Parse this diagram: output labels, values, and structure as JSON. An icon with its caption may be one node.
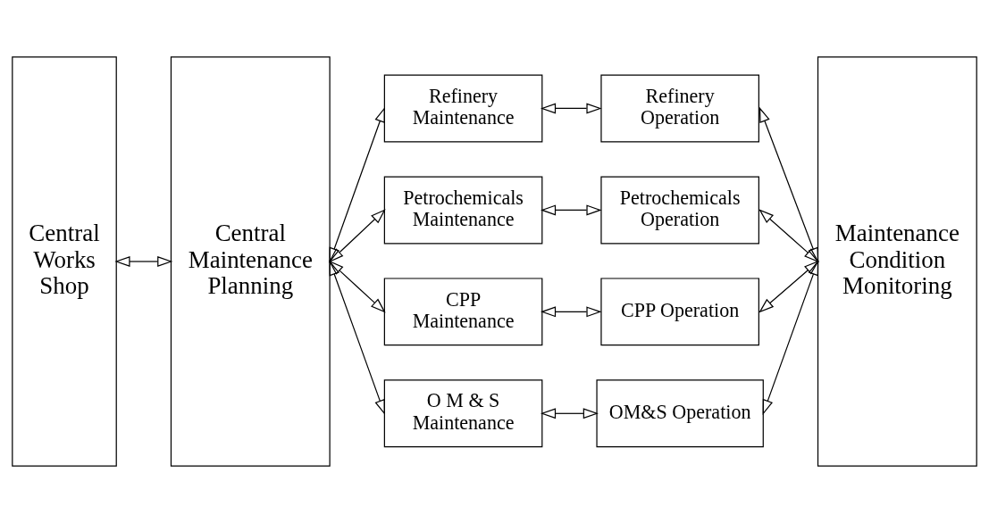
{
  "diagram": {
    "nodes": [
      {
        "text": [
          "Central Works Shop"
        ]
      },
      {
        "text": [
          "Central Maintenance Planning"
        ]
      },
      {
        "text": [
          "Refinery Maintenance"
        ]
      },
      {
        "text": [
          "Refinery Operation"
        ]
      },
      {
        "text": [
          "Petrochemicals Maintenance"
        ]
      },
      {
        "text": [
          "Petrochemicals Operation"
        ]
      },
      {
        "text": [
          "CPP Maintenance"
        ]
      },
      {
        "text": [
          "CPP Operation"
        ]
      },
      {
        "text": [
          "O M & S Maintenance"
        ]
      },
      {
        "text": [
          "OM&S Operation"
        ]
      },
      {
        "text": [
          "Maintenance Condition Monitoring"
        ]
      }
    ],
    "edges": [
      {
        "from": 0,
        "to": 1,
        "arrow": "both"
      },
      {
        "from": 1,
        "to": 2,
        "arrow": "both"
      },
      {
        "from": 1,
        "to": 4,
        "arrow": "both"
      },
      {
        "from": 1,
        "to": 6,
        "arrow": "both"
      },
      {
        "from": 1,
        "to": 8,
        "arrow": "both"
      },
      {
        "from": 2,
        "to": 3,
        "arrow": "both"
      },
      {
        "from": 4,
        "to": 5,
        "arrow": "both"
      },
      {
        "from": 6,
        "to": 7,
        "arrow": "both"
      },
      {
        "from": 8,
        "to": 9,
        "arrow": "both"
      },
      {
        "from": 3,
        "to": 10,
        "arrow": "both"
      },
      {
        "from": 5,
        "to": 10,
        "arrow": "both"
      },
      {
        "from": 7,
        "to": 10,
        "arrow": "both"
      },
      {
        "from": 9,
        "to": 10,
        "arrow": "both"
      }
    ]
  }
}
